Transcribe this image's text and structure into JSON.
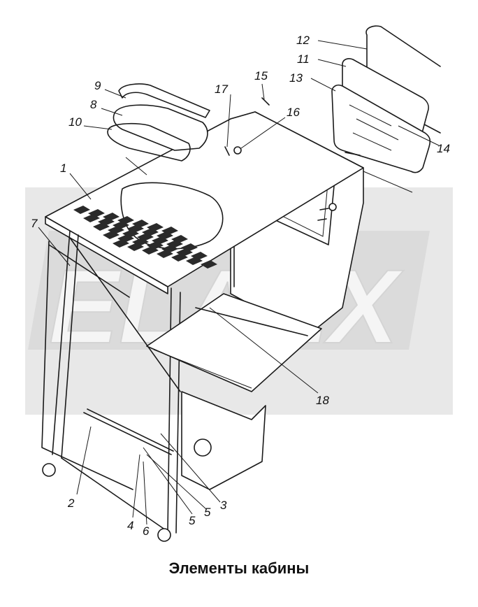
{
  "caption": "Элементы кабины",
  "watermark": {
    "text": "ELAEX",
    "color": "#d9d9d9"
  },
  "callouts": [
    "1",
    "2",
    "3",
    "4",
    "5",
    "5",
    "6",
    "7",
    "8",
    "9",
    "10",
    "11",
    "12",
    "13",
    "14",
    "15",
    "16",
    "17",
    "18"
  ]
}
